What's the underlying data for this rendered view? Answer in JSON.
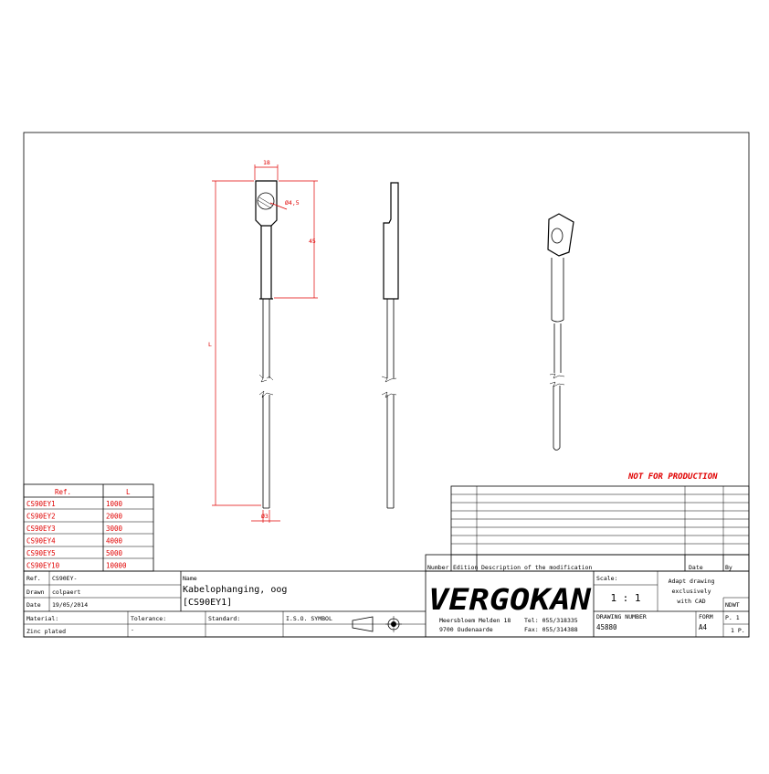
{
  "dimensions": {
    "width_18": "18",
    "hole_dia": "Ø4,5",
    "height_45": "45",
    "length_L": "L",
    "dia_bottom": "Ø3"
  },
  "ref_table": {
    "header_ref": "Ref.",
    "header_l": "L",
    "rows": [
      {
        "ref": "CS90EY1",
        "l": "1000"
      },
      {
        "ref": "CS90EY2",
        "l": "2000"
      },
      {
        "ref": "CS90EY3",
        "l": "3000"
      },
      {
        "ref": "CS90EY4",
        "l": "4000"
      },
      {
        "ref": "CS90EY5",
        "l": "5000"
      },
      {
        "ref": "CS90EY10",
        "l": "10000"
      }
    ]
  },
  "watermark": "NOT FOR PRODUCTION",
  "revision": {
    "number": "Number",
    "edition": "Edition",
    "description": "Description of the modification",
    "date": "Date",
    "by": "By"
  },
  "title_block": {
    "ref_label": "Ref.",
    "ref_value": "CS90EY-",
    "drawn_label": "Drawn",
    "drawn_value": "colpaert",
    "date_label": "Date",
    "date_value": "19/05/2014",
    "name_label": "Name",
    "name_line1": "Kabelophanging, oog",
    "name_line2": "[CS90EY1]",
    "material_label": "Material:",
    "material_value": "Zinc plated",
    "tolerance_label": "Tolerance:",
    "tolerance_value": "-",
    "standard_label": "Standard:",
    "iso_label": "I.S.O. SYMBOL",
    "logo": "VERGOKAN",
    "address1": "Meersbloem Melden 18",
    "address2": "9700 Oudenaarde",
    "tel": "Tel: 055/318335",
    "fax": "Fax: 055/314388",
    "scale_label": "Scale:",
    "scale_value": "1 : 1",
    "note_line1": "Adapt drawing",
    "note_line2": "exclusively",
    "note_line3": "with CAD",
    "drawing_number_label": "DRAWING NUMBER",
    "drawing_number": "45880",
    "format_label": "FORM",
    "format_value": "A4",
    "ndwt": "NDWT",
    "page": "P. 1",
    "pages": "1 P."
  }
}
